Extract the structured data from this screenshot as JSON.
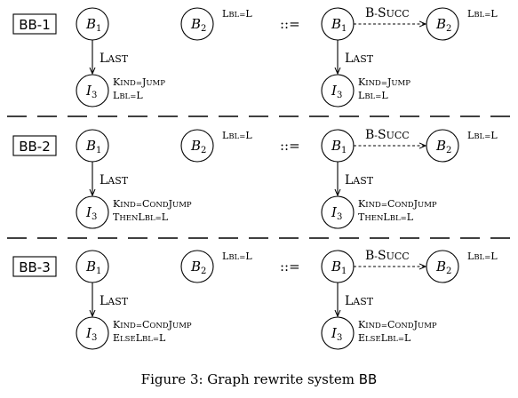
{
  "caption": {
    "prefix": "Figure 3:  Graph rewrite system ",
    "name": "BB"
  },
  "operator": "::=",
  "panels": [
    {
      "tag": "BB-1",
      "lhs": {
        "b1": "B",
        "b1_sub": "1",
        "b2": "B",
        "b2_sub": "2",
        "b2_attr": "Lbl=L",
        "edge": "Last",
        "i3": "I",
        "i3_sub": "3",
        "i3_attr1": "Kind=Jump",
        "i3_attr2": "Lbl=L"
      },
      "rhs": {
        "b1": "B",
        "b1_sub": "1",
        "b2": "B",
        "b2_sub": "2",
        "b2_attr": "Lbl=L",
        "succ": "B-Succ",
        "edge": "Last",
        "i3": "I",
        "i3_sub": "3",
        "i3_attr1": "Kind=Jump",
        "i3_attr2": "Lbl=L"
      }
    },
    {
      "tag": "BB-2",
      "lhs": {
        "b1": "B",
        "b1_sub": "1",
        "b2": "B",
        "b2_sub": "2",
        "b2_attr": "Lbl=L",
        "edge": "Last",
        "i3": "I",
        "i3_sub": "3",
        "i3_attr1": "Kind=CondJump",
        "i3_attr2": "ThenLbl=L"
      },
      "rhs": {
        "b1": "B",
        "b1_sub": "1",
        "b2": "B",
        "b2_sub": "2",
        "b2_attr": "Lbl=L",
        "succ": "B-Succ",
        "edge": "Last",
        "i3": "I",
        "i3_sub": "3",
        "i3_attr1": "Kind=CondJump",
        "i3_attr2": "ThenLbl=L"
      }
    },
    {
      "tag": "BB-3",
      "lhs": {
        "b1": "B",
        "b1_sub": "1",
        "b2": "B",
        "b2_sub": "2",
        "b2_attr": "Lbl=L",
        "edge": "Last",
        "i3": "I",
        "i3_sub": "3",
        "i3_attr1": "Kind=CondJump",
        "i3_attr2": "ElseLbl=L"
      },
      "rhs": {
        "b1": "B",
        "b1_sub": "1",
        "b2": "B",
        "b2_sub": "2",
        "b2_attr": "Lbl=L",
        "succ": "B-Succ",
        "edge": "Last",
        "i3": "I",
        "i3_sub": "3",
        "i3_attr1": "Kind=CondJump",
        "i3_attr2": "ElseLbl=L"
      }
    }
  ]
}
